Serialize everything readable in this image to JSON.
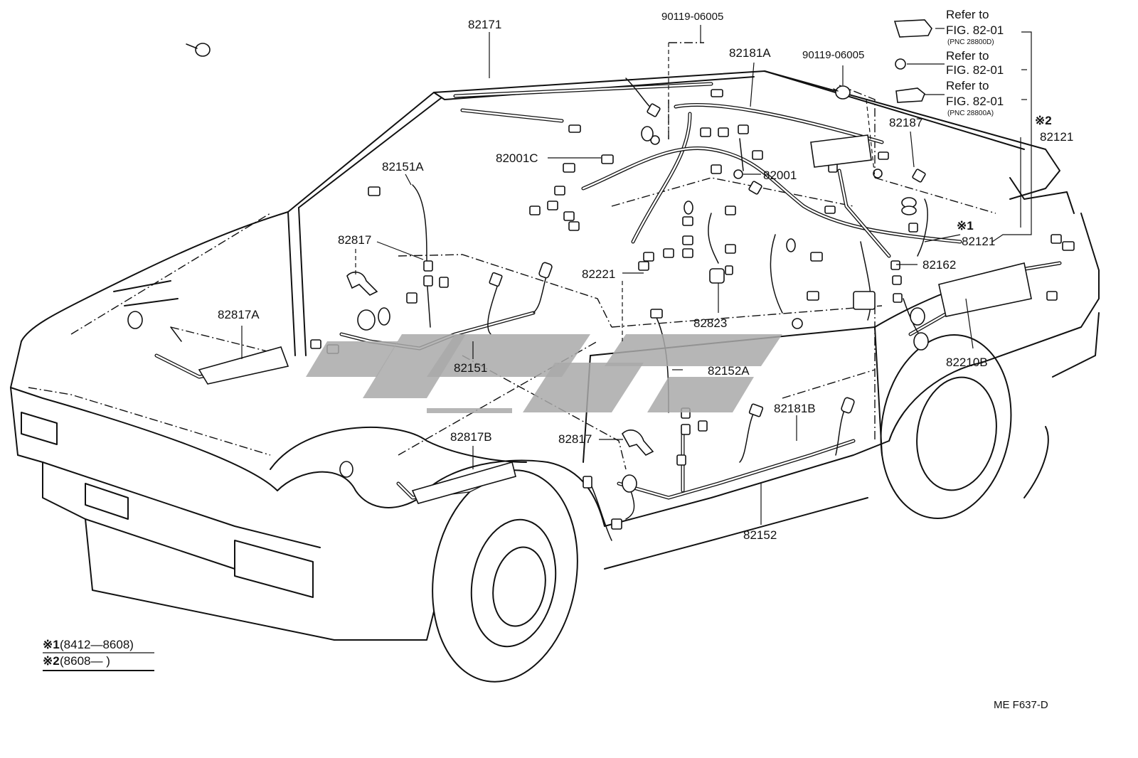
{
  "figure_code": "ME  F637-D",
  "part_labels": {
    "p82171": "82171",
    "p90119a": "90119-06005",
    "p82181a": "82181A",
    "p90119b": "90119-06005",
    "p82187": "82187",
    "p82121a": "82121",
    "p82121b": "82121",
    "p82001c": "82001C",
    "p82001": "82001",
    "p82151a": "82151A",
    "p82817": "82817",
    "p82817a": "82817A",
    "p82221": "82221",
    "p82162": "82162",
    "p82823": "82823",
    "p82151": "82151",
    "p82152a": "82152A",
    "p82210b": "82210B",
    "p82181b": "82181B",
    "p82817b": "82817B",
    "p82817c": "82817",
    "p82152": "82152"
  },
  "marks": {
    "m1": "※1",
    "m2": "※2"
  },
  "references": [
    {
      "line1": "Refer to",
      "line2": "FIG. 82-01",
      "pnc": "(PNC 28800D)"
    },
    {
      "line1": "Refer to",
      "line2": "FIG. 82-01",
      "pnc": ""
    },
    {
      "line1": "Refer to",
      "line2": "FIG. 82-01",
      "pnc": "(PNC 28800A)"
    }
  ],
  "legend": [
    {
      "mark": "※1",
      "range": "(8412—8608)"
    },
    {
      "mark": "※2",
      "range": "(8608—       )"
    }
  ],
  "colors": {
    "line": "#111111",
    "watermark": "#a9a9a9",
    "background": "#ffffff"
  }
}
